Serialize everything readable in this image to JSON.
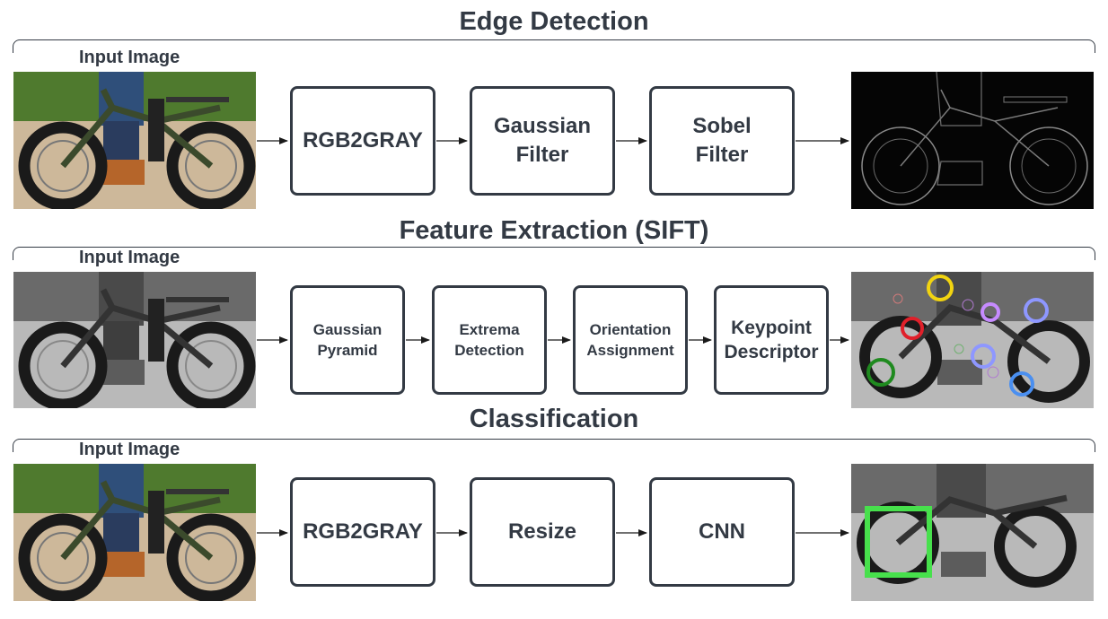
{
  "rows": [
    {
      "title": "Edge Detection",
      "input_label": "Input Image",
      "steps": [
        "RGB2GRAY",
        "Gaussian\nFilter",
        "Sobel\nFilter"
      ]
    },
    {
      "title": "Feature Extraction (SIFT)",
      "input_label": "Input Image",
      "steps": [
        "Gaussian\nPyramid",
        "Extrema\nDetection",
        "Orientation\nAssignment",
        "Keypoint\nDescriptor"
      ]
    },
    {
      "title": "Classification",
      "input_label": "Input Image",
      "steps": [
        "RGB2GRAY",
        "Resize",
        "CNN"
      ]
    }
  ],
  "colors": {
    "ink": "#333a44",
    "sift_keypoints": [
      "#f2d410",
      "#e0202a",
      "#1f8a1f",
      "#c68bff",
      "#8e97ff",
      "#4a8ff0"
    ],
    "detection_box": "#47e04c"
  },
  "images": {
    "input": "photo of a person riding an electric fat-tire bike",
    "edge_output": "sobel edge map",
    "sift_output": "grayscale photo with keypoint circles",
    "cnn_output": "grayscale photo with green detection box on front wheel"
  }
}
